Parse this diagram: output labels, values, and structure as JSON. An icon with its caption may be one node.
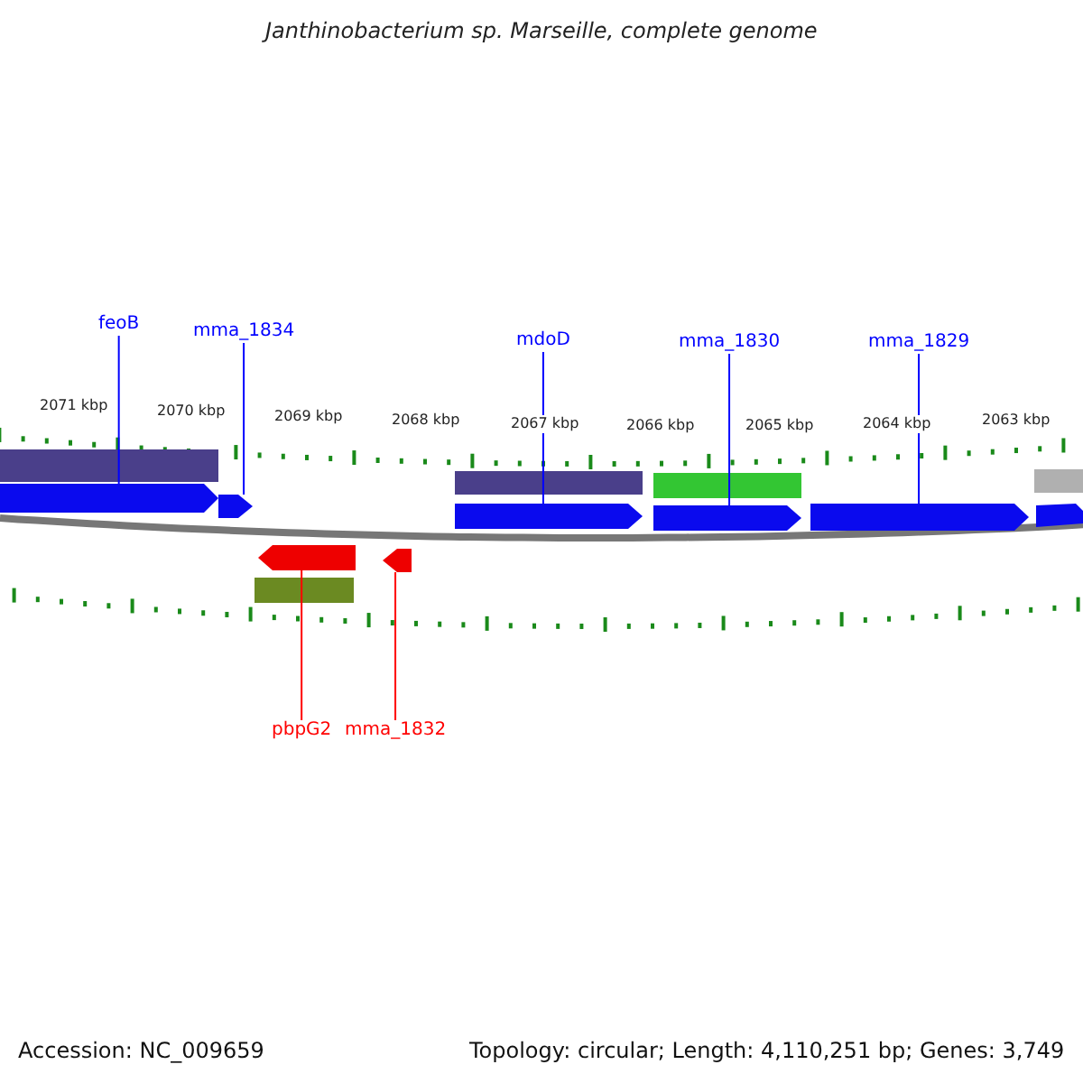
{
  "diagram": {
    "title": "Janthinobacterium sp. Marseille, complete genome",
    "nodes": [
      {
        "text": [
          "feoB"
        ]
      },
      {
        "text": [
          "mma_1834"
        ]
      },
      {
        "text": [
          "mdoD"
        ]
      },
      {
        "text": [
          "mma_1830"
        ]
      },
      {
        "text": [
          "mma_1829"
        ]
      },
      {
        "text": [],
        "shape": "arrow"
      },
      {
        "text": [],
        "shape": "arrow"
      },
      {
        "text": [],
        "shape": "arrow"
      },
      {
        "text": [],
        "shape": "arrow"
      },
      {
        "text": [],
        "shape": "arrow"
      },
      {
        "text": [],
        "shape": "arrow"
      },
      {
        "text": [],
        "shape": "arrow"
      },
      {
        "text": [
          "pbpG2"
        ]
      },
      {
        "text": [
          "mma_1832"
        ]
      }
    ],
    "edges": [
      {
        "from": 0,
        "to": 5,
        "arrow": "none"
      },
      {
        "from": 1,
        "to": 6,
        "arrow": "none"
      },
      {
        "from": 2,
        "to": 7,
        "arrow": "none"
      },
      {
        "from": 3,
        "to": 8,
        "arrow": "none"
      },
      {
        "from": 4,
        "to": 9,
        "arrow": "none"
      },
      {
        "from": 12,
        "to": 10,
        "arrow": "none",
        "color": "#ff0000"
      },
      {
        "from": 13,
        "to": 11,
        "arrow": "none",
        "color": "#ff0000"
      }
    ],
    "labels": [
      "2071 kbp",
      "2070 kbp",
      "2069 kbp",
      "2068 kbp",
      "2067 kbp",
      "2066 kbp",
      "2065 kbp",
      "2064 kbp",
      "2063 kbp",
      "Accession: NC_009659",
      "Topology: circular; Length: 4,110,251 bp; Genes: 3,749"
    ]
  }
}
